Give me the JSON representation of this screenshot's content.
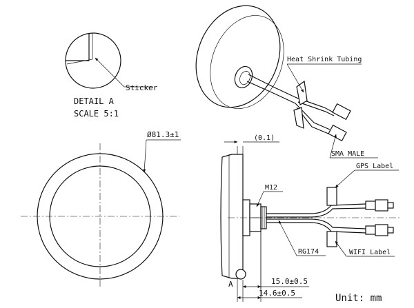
{
  "detail": {
    "title": "DETAIL A",
    "scale": "SCALE 5:1",
    "sticker_label": "Sticker"
  },
  "iso_view": {
    "heat_shrink_label": "Heat Shrink Tubing",
    "connector_label": "SMA MALE"
  },
  "front_view": {
    "diameter_label": "Ø81.3±1"
  },
  "side_view": {
    "gap_label": "(0.1)",
    "thread_label": "M12",
    "cable_label": "RG174",
    "gps_label": "GPS Label",
    "wifi_label": "WIFI Label",
    "detail_marker": "A",
    "dim_upper": "15.0±0.5",
    "dim_lower": "14.6±0.5"
  },
  "units_label": "Unit: mm"
}
